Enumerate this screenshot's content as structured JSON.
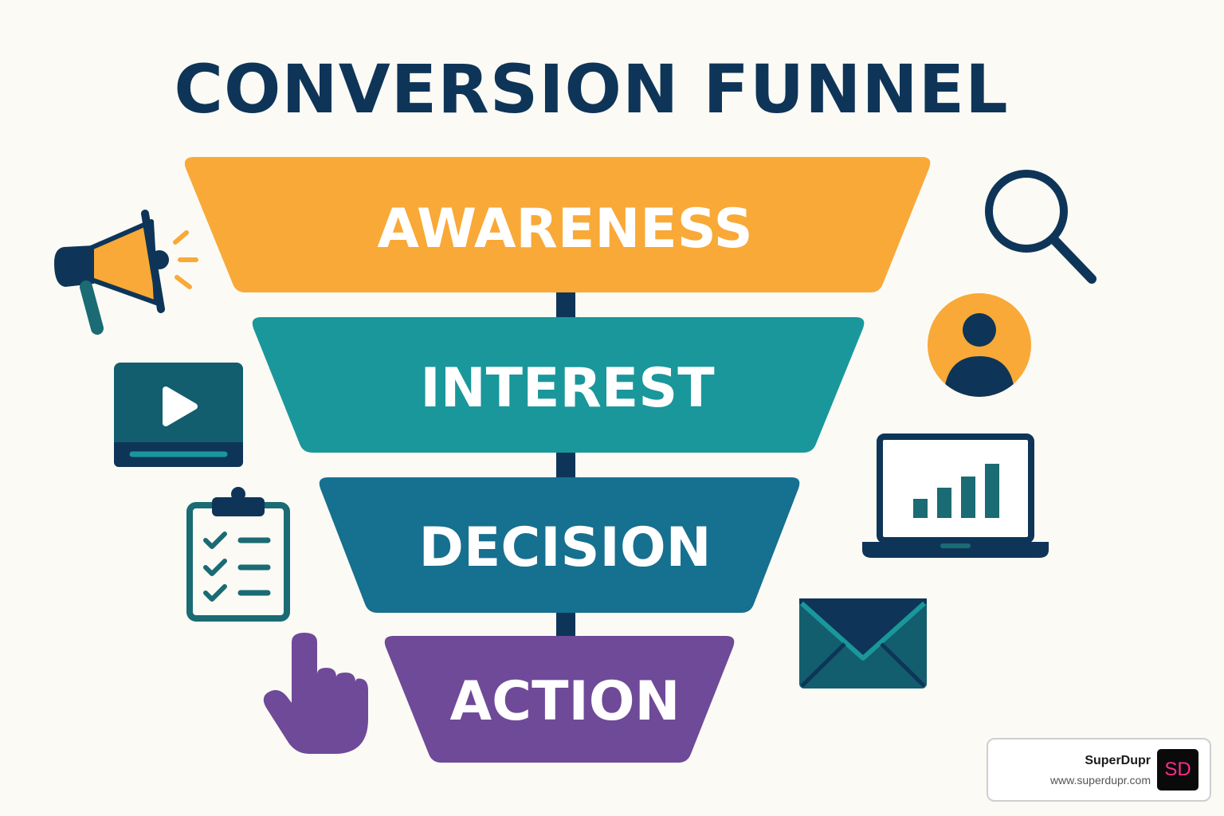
{
  "title": "CONVERSION FUNNEL",
  "stages": [
    {
      "label": "AWARENESS",
      "color": "#f9a937"
    },
    {
      "label": "INTEREST",
      "color": "#1a979b"
    },
    {
      "label": "DECISION",
      "color": "#16708f"
    },
    {
      "label": "ACTION",
      "color": "#6f4a98"
    }
  ],
  "icons": [
    "megaphone-icon",
    "video-play-icon",
    "checklist-clipboard-icon",
    "pointing-hand-icon",
    "search-icon",
    "user-avatar-icon",
    "laptop-chart-icon",
    "envelope-icon"
  ],
  "colors": {
    "navy": "#0e3558",
    "teal": "#1a979b",
    "orange": "#f9a937",
    "purple": "#6f4a98",
    "background": "#fbfaf5"
  },
  "badge": {
    "name": "SuperDupr",
    "url": "www.superdupr.com",
    "logo_text": "SD",
    "logo_color": "#ff2d8a"
  }
}
